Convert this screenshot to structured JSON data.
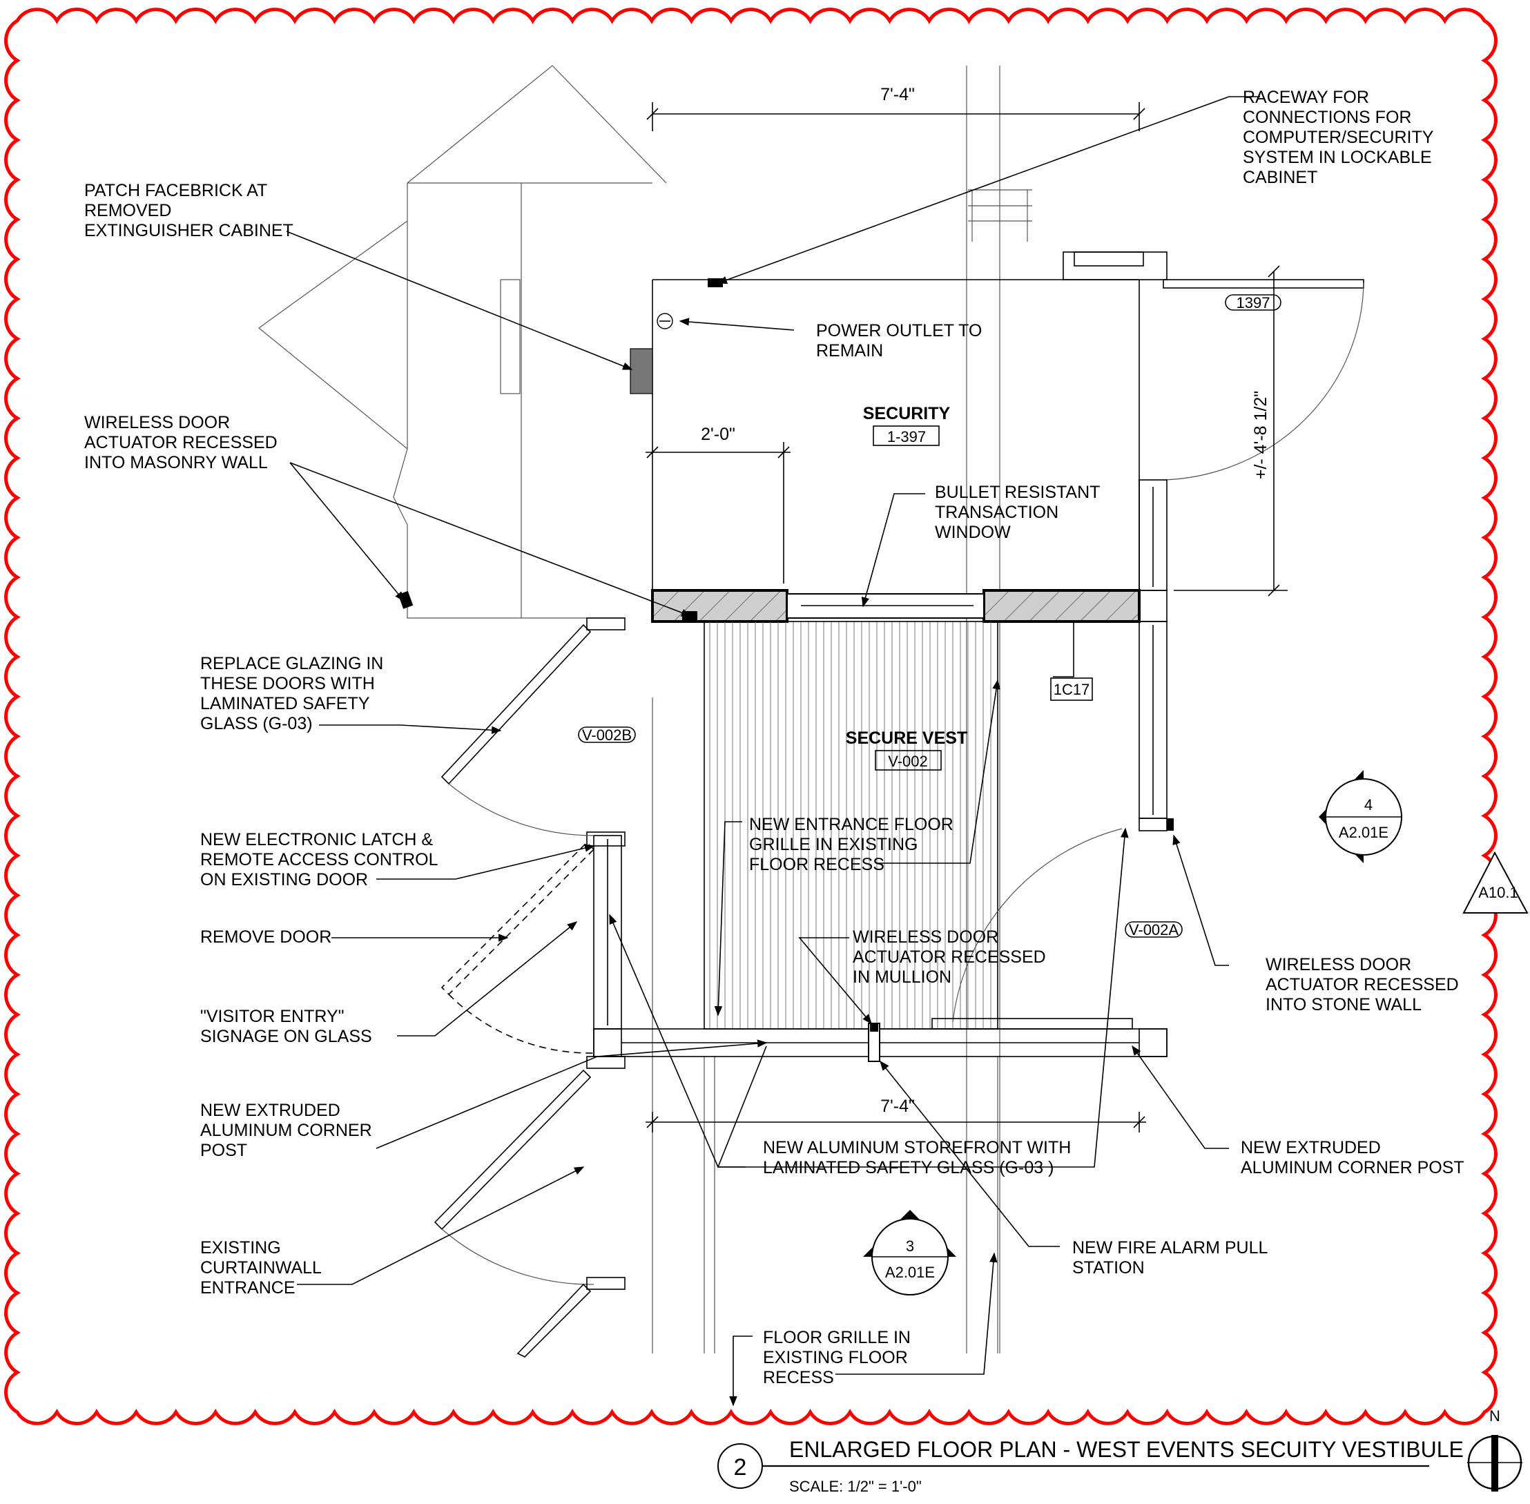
{
  "drawing": {
    "number": "2",
    "title": "ENLARGED FLOOR PLAN - WEST EVENTS SECUITY VESTIBULE",
    "scale": "SCALE:  1/2\" = 1'-0\"",
    "north_label": "N"
  },
  "rooms": {
    "security": {
      "name": "SECURITY",
      "number": "1-397"
    },
    "secure_vest": {
      "name": "SECURE VEST",
      "number": "V-002"
    }
  },
  "dimensions": {
    "top_width": "7'-4\"",
    "bottom_width": "7'-4\"",
    "window_offset": "2'-0\"",
    "door_height": "+/- 4'-8 1/2\""
  },
  "tags": {
    "door_1397": "1397",
    "door_v002a": "V-002A",
    "door_v002b": "V-002B",
    "window_1c17": "1C17"
  },
  "section_markers": {
    "east": {
      "number": "4",
      "sheet": "A2.01E"
    },
    "south": {
      "number": "3",
      "sheet": "A2.01E"
    },
    "elevation": {
      "sheet": "A10.1"
    }
  },
  "notes": {
    "raceway": [
      "RACEWAY FOR",
      "CONNECTIONS FOR",
      "COMPUTER/SECURITY",
      "SYSTEM IN LOCKABLE",
      "CABINET"
    ],
    "patch_facebrick": [
      "PATCH FACEBRICK AT",
      "REMOVED",
      "EXTINGUISHER CABINET"
    ],
    "power_outlet": [
      "POWER OUTLET TO",
      "REMAIN"
    ],
    "actuator_masonry": [
      "WIRELESS DOOR",
      "ACTUATOR RECESSED",
      "INTO MASONRY WALL"
    ],
    "bullet_window": [
      "BULLET RESISTANT",
      "TRANSACTION",
      "WINDOW"
    ],
    "replace_glazing": [
      "REPLACE GLAZING IN",
      "THESE DOORS WITH",
      "LAMINATED SAFETY",
      "GLASS (G-03)"
    ],
    "new_grille": [
      "NEW ENTRANCE FLOOR",
      "GRILLE IN EXISTING",
      "FLOOR RECESS"
    ],
    "electronic_latch": [
      "NEW ELECTRONIC LATCH &",
      "REMOTE ACCESS CONTROL",
      "ON EXISTING DOOR"
    ],
    "remove_door": [
      "REMOVE DOOR"
    ],
    "actuator_mullion": [
      "WIRELESS DOOR",
      "ACTUATOR RECESSED",
      "IN MULLION"
    ],
    "visitor_entry": [
      "\"VISITOR ENTRY\"",
      "SIGNAGE ON GLASS"
    ],
    "actuator_stone": [
      "WIRELESS DOOR",
      "ACTUATOR RECESSED",
      "INTO STONE WALL"
    ],
    "corner_post_left": [
      "NEW EXTRUDED",
      "ALUMINUM CORNER",
      "POST"
    ],
    "storefront": [
      "NEW ALUMINUM STOREFRONT WITH",
      "LAMINATED SAFETY GLASS (G-03 )"
    ],
    "corner_post_right": [
      "NEW EXTRUDED",
      "ALUMINUM CORNER POST"
    ],
    "curtainwall": [
      "EXISTING",
      "CURTAINWALL",
      "ENTRANCE"
    ],
    "fire_alarm": [
      "NEW FIRE ALARM PULL",
      "STATION"
    ],
    "floor_grille": [
      "FLOOR GRILLE IN",
      "EXISTING FLOOR",
      "RECESS"
    ]
  },
  "colors": {
    "revision_cloud": "#ff0000",
    "linework": "#000000",
    "hatch_fill": "#cfcfcf",
    "background": "#ffffff"
  }
}
